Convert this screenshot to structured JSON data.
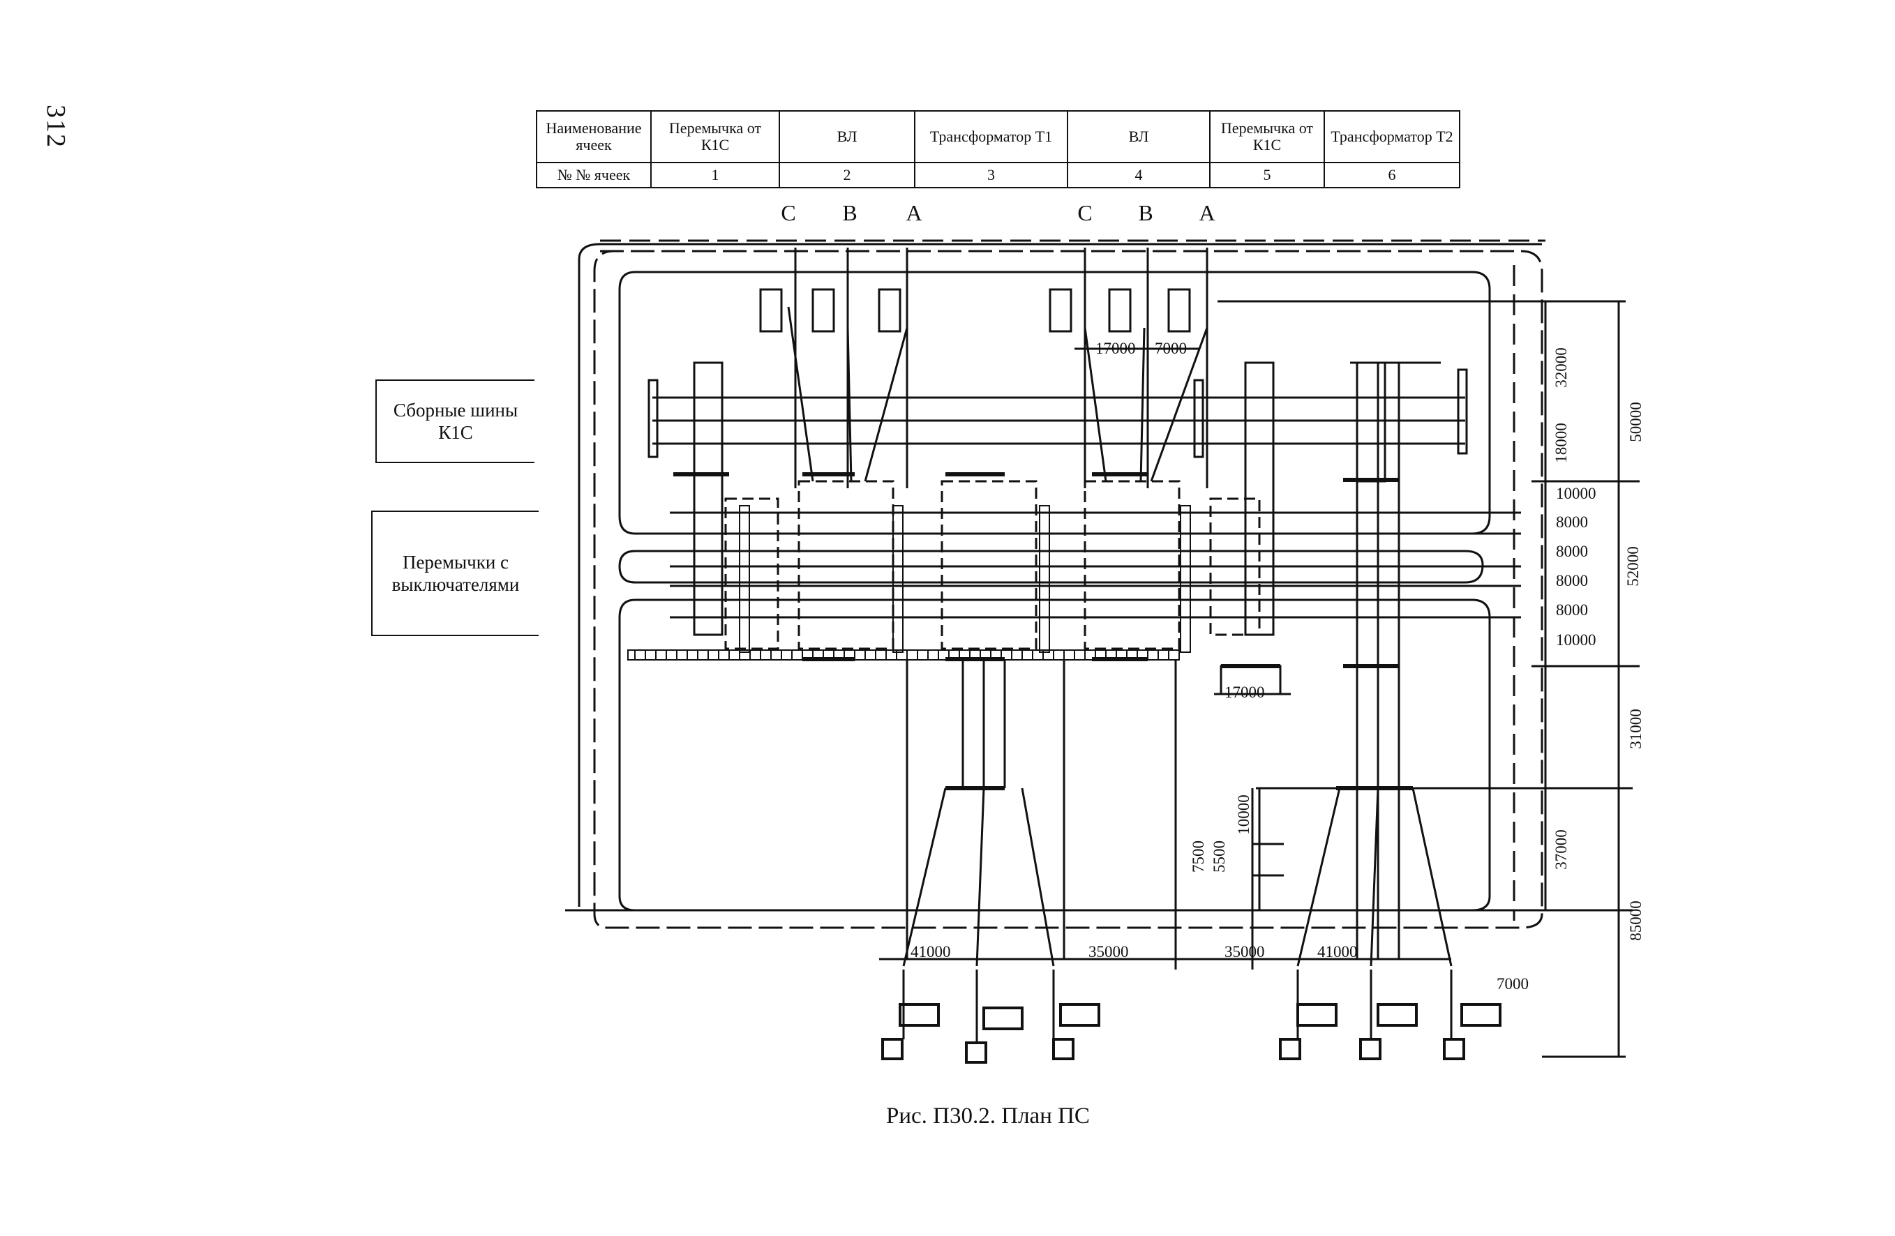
{
  "page_number": "312",
  "table": {
    "header_row_label": "Наименование ячеек",
    "number_row_label": "№ № ячеек",
    "cells": [
      {
        "name": "Перемычка от К1С",
        "number": "1"
      },
      {
        "name": "ВЛ",
        "number": "2"
      },
      {
        "name": "Трансформатор Т1",
        "number": "3"
      },
      {
        "name": "ВЛ",
        "number": "4"
      },
      {
        "name": "Перемычка от К1С",
        "number": "5"
      },
      {
        "name": "Трансформатор Т2",
        "number": "6"
      }
    ]
  },
  "side_labels": {
    "busbars": "Сборные шины К1С",
    "jumpers": "Перемычки с выключателями"
  },
  "phases": {
    "left": [
      "C",
      "B",
      "A"
    ],
    "right": [
      "C",
      "B",
      "A"
    ]
  },
  "dimensions": {
    "right_outer": [
      "50000",
      "52000",
      "31000",
      "85000"
    ],
    "right_inner": [
      "32000",
      "18000",
      "37000"
    ],
    "right_steps": [
      "10000",
      "8000",
      "8000",
      "8000",
      "8000",
      "10000"
    ],
    "top_small": [
      "17000",
      "7000"
    ],
    "mid_17000": "17000",
    "bottom_row": [
      "41000",
      "35000",
      "35000",
      "41000"
    ],
    "bottom_corner": "7000",
    "lower_vertical": [
      "10000",
      "5500",
      "7500"
    ]
  },
  "caption": "Рис. П30.2. План ПС"
}
